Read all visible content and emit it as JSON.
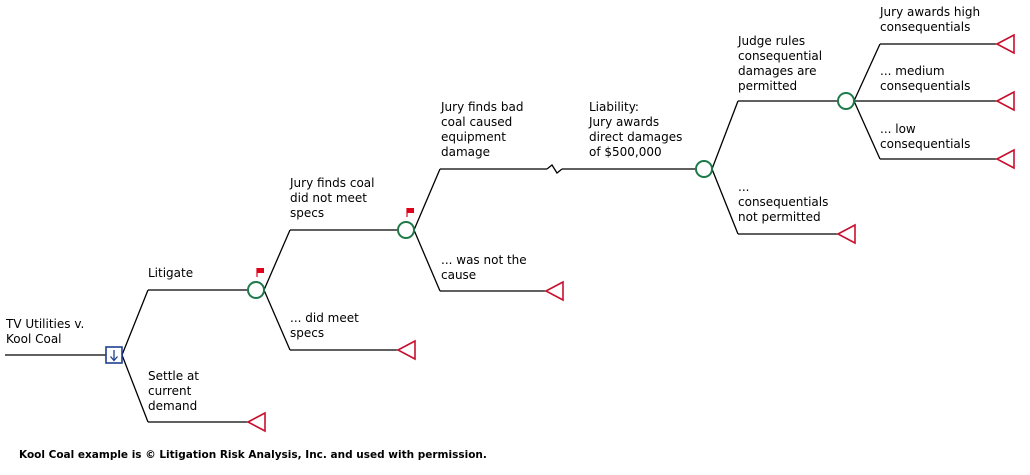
{
  "colors": {
    "line": "#000000",
    "decision": "#1f3f8f",
    "chance": "#1f7a4a",
    "terminal": "#c8102e",
    "flag": "#e0001b"
  },
  "nodes": {
    "root_label": [
      "TV Utilities v.",
      "Kool Coal"
    ],
    "branch_litigate": [
      "Litigate"
    ],
    "branch_settle": [
      "Settle at",
      "current",
      "demand"
    ],
    "branch_coal_failed": [
      "Jury finds coal",
      "did not meet",
      "specs"
    ],
    "branch_coal_met": [
      "... did meet",
      "specs"
    ],
    "branch_bad_coal": [
      "Jury finds bad",
      "coal caused",
      "equipment",
      "damage"
    ],
    "branch_not_cause": [
      "... was not the",
      "cause"
    ],
    "branch_liability": [
      "Liability:",
      "Jury awards",
      "direct damages",
      "of $500,000"
    ],
    "branch_permitted": [
      "Judge rules",
      "consequential",
      "damages are",
      "permitted"
    ],
    "branch_not_permitted": [
      "...",
      "consequentials",
      "not permitted"
    ],
    "branch_high": [
      "Jury awards high",
      "consequentials"
    ],
    "branch_medium": [
      "... medium",
      "consequentials"
    ],
    "branch_low": [
      "... low",
      "consequentials"
    ]
  },
  "footer": "Kool Coal example is © Litigation Risk Analysis, Inc. and used with permission."
}
